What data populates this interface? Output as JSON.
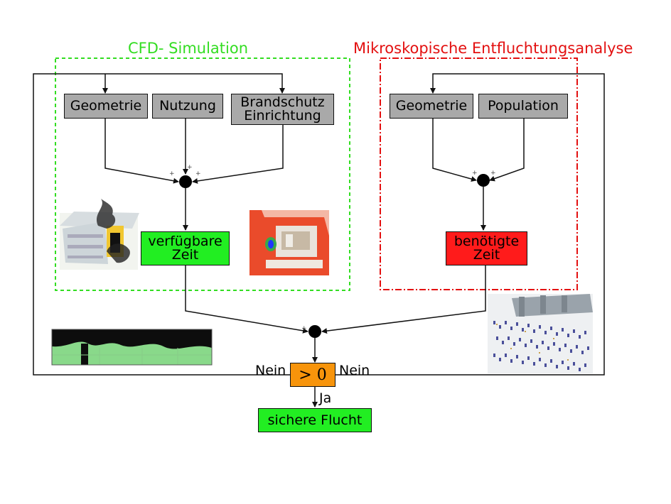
{
  "colors": {
    "cfd": "#33dd22",
    "micro": "#e31010",
    "gray": "#a9a9a9",
    "green": "#22ee22",
    "red": "#ff1b1b",
    "orange": "#f7940b"
  },
  "titles": {
    "cfd": "CFD- Simulation",
    "micro": "Mikroskopische Entfluchtungsanalyse"
  },
  "cfd_inputs": {
    "geometrie": "Geometrie",
    "nutzung": "Nutzung",
    "brandschutz": "Brandschutz\nEinrichtung"
  },
  "micro_inputs": {
    "geometrie": "Geometrie",
    "population": "Population"
  },
  "results": {
    "verfuegbar": "verfügbare\nZeit",
    "benoetigt": "benötigte\nZeit"
  },
  "decision": {
    "condition": "> 0",
    "left_label": "Nein",
    "right_label": "Nein",
    "down_label": "Ja"
  },
  "outcome": "sichere Flucht",
  "sum_sign": "+"
}
